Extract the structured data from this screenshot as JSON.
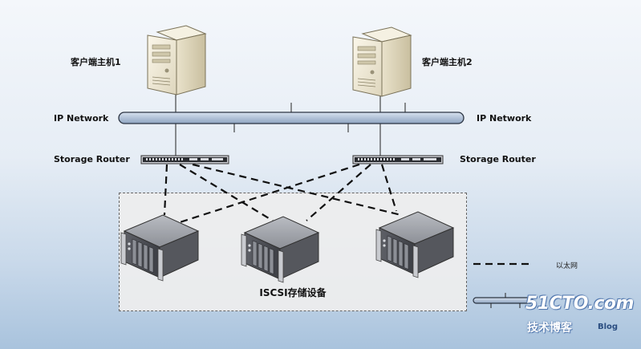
{
  "hosts": [
    {
      "label": "客户端主机1"
    },
    {
      "label": "客户端主机2"
    }
  ],
  "network": {
    "left_label": "IP Network",
    "right_label": "IP Network"
  },
  "routers": {
    "left_label": "Storage Router",
    "right_label": "Storage Router"
  },
  "storage": {
    "caption": "ISCSI存储设备",
    "device_count": 3
  },
  "legend": {
    "ethernet_label": "以太网"
  },
  "watermark": {
    "main": "51CTO.com",
    "sub": "技术博客",
    "blog": "Blog"
  },
  "colors": {
    "network_bar": "#b9c8dc",
    "dashed_link": "#111111",
    "storage_box_border": "#666666"
  }
}
